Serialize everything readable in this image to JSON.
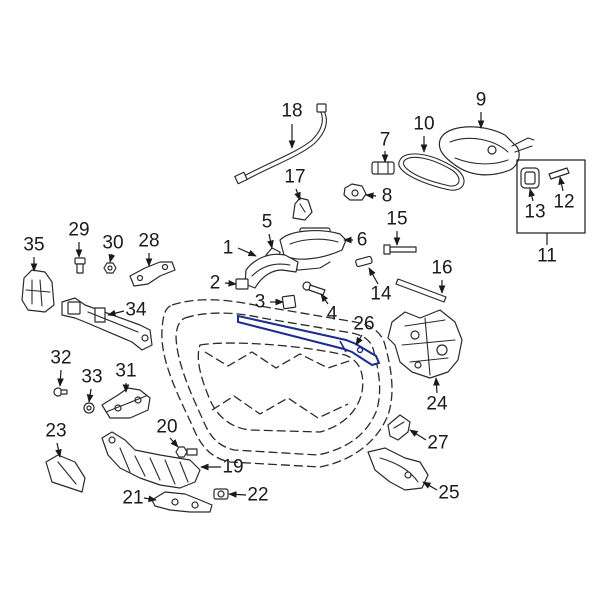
{
  "diagram": {
    "callouts": {
      "p1": "1",
      "p2": "2",
      "p3": "3",
      "p4": "4",
      "p5": "5",
      "p6": "6",
      "p7": "7",
      "p8": "8",
      "p9": "9",
      "p10": "10",
      "p11": "11",
      "p12": "12",
      "p13": "13",
      "p14": "14",
      "p15": "15",
      "p16": "16",
      "p17": "17",
      "p18": "18",
      "p19": "19",
      "p20": "20",
      "p21": "21",
      "p22": "22",
      "p23": "23",
      "p24": "24",
      "p25": "25",
      "p26": "26",
      "p27": "27",
      "p28": "28",
      "p29": "29",
      "p30": "30",
      "p31": "31",
      "p32": "32",
      "p33": "33",
      "p34": "34",
      "p35": "35"
    },
    "highlighted_part": "26"
  },
  "colors": {
    "highlight": "#1b2d8f",
    "outline": "#2a2a2a",
    "background": "#ffffff"
  }
}
